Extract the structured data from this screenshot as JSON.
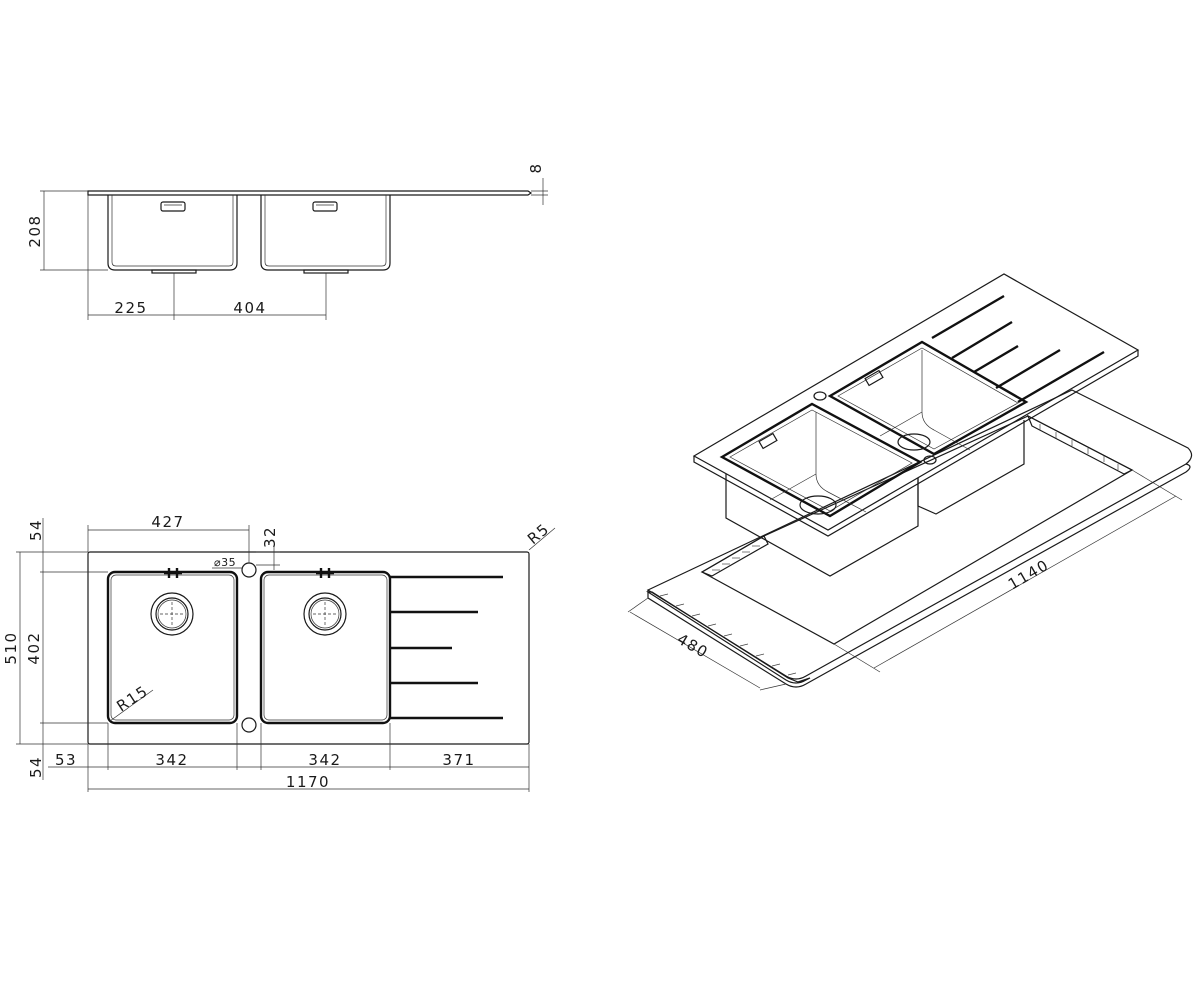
{
  "side_view": {
    "depth": "208",
    "top_thickness": "8",
    "drain_offset": "225",
    "drain_spacing": "404"
  },
  "top_view": {
    "margin_top": "54",
    "margin_bottom": "54",
    "overall_depth": "510",
    "bowl_depth": "402",
    "tap_position": "427",
    "hole_offset": "32",
    "hole_diameter": "⌀35",
    "corner_radius_outer": "R5",
    "corner_radius_bowl": "R15",
    "margin_left": "53",
    "bowl_width_left": "342",
    "bowl_width_right": "342",
    "drainer_width": "371",
    "overall_width": "1170"
  },
  "iso_view": {
    "cutout_width": "1140",
    "cutout_depth": "480"
  }
}
